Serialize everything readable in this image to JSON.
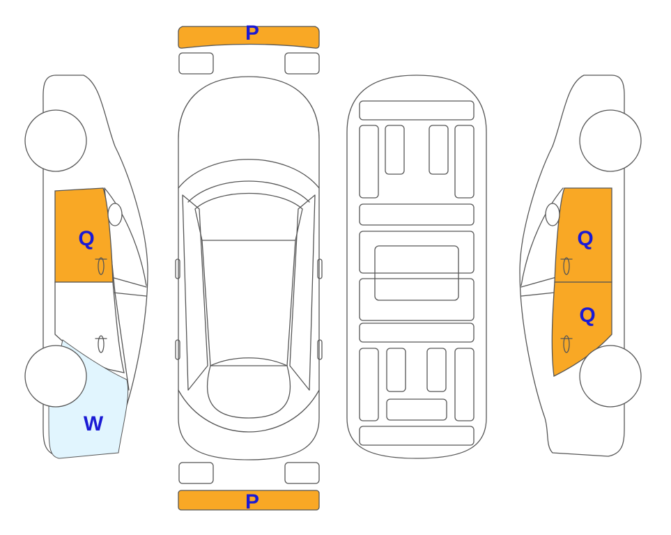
{
  "colors": {
    "outline": "#555555",
    "panel_damage": "#F9A825",
    "panel_glass": "#E1F5FE",
    "label": "#1A1AD4"
  },
  "labels": {
    "front_bumper": "P",
    "rear_bumper": "P",
    "left_rear_door": "Q",
    "left_rear_quarter": "W",
    "right_front_door": "Q",
    "right_rear_door": "Q"
  }
}
